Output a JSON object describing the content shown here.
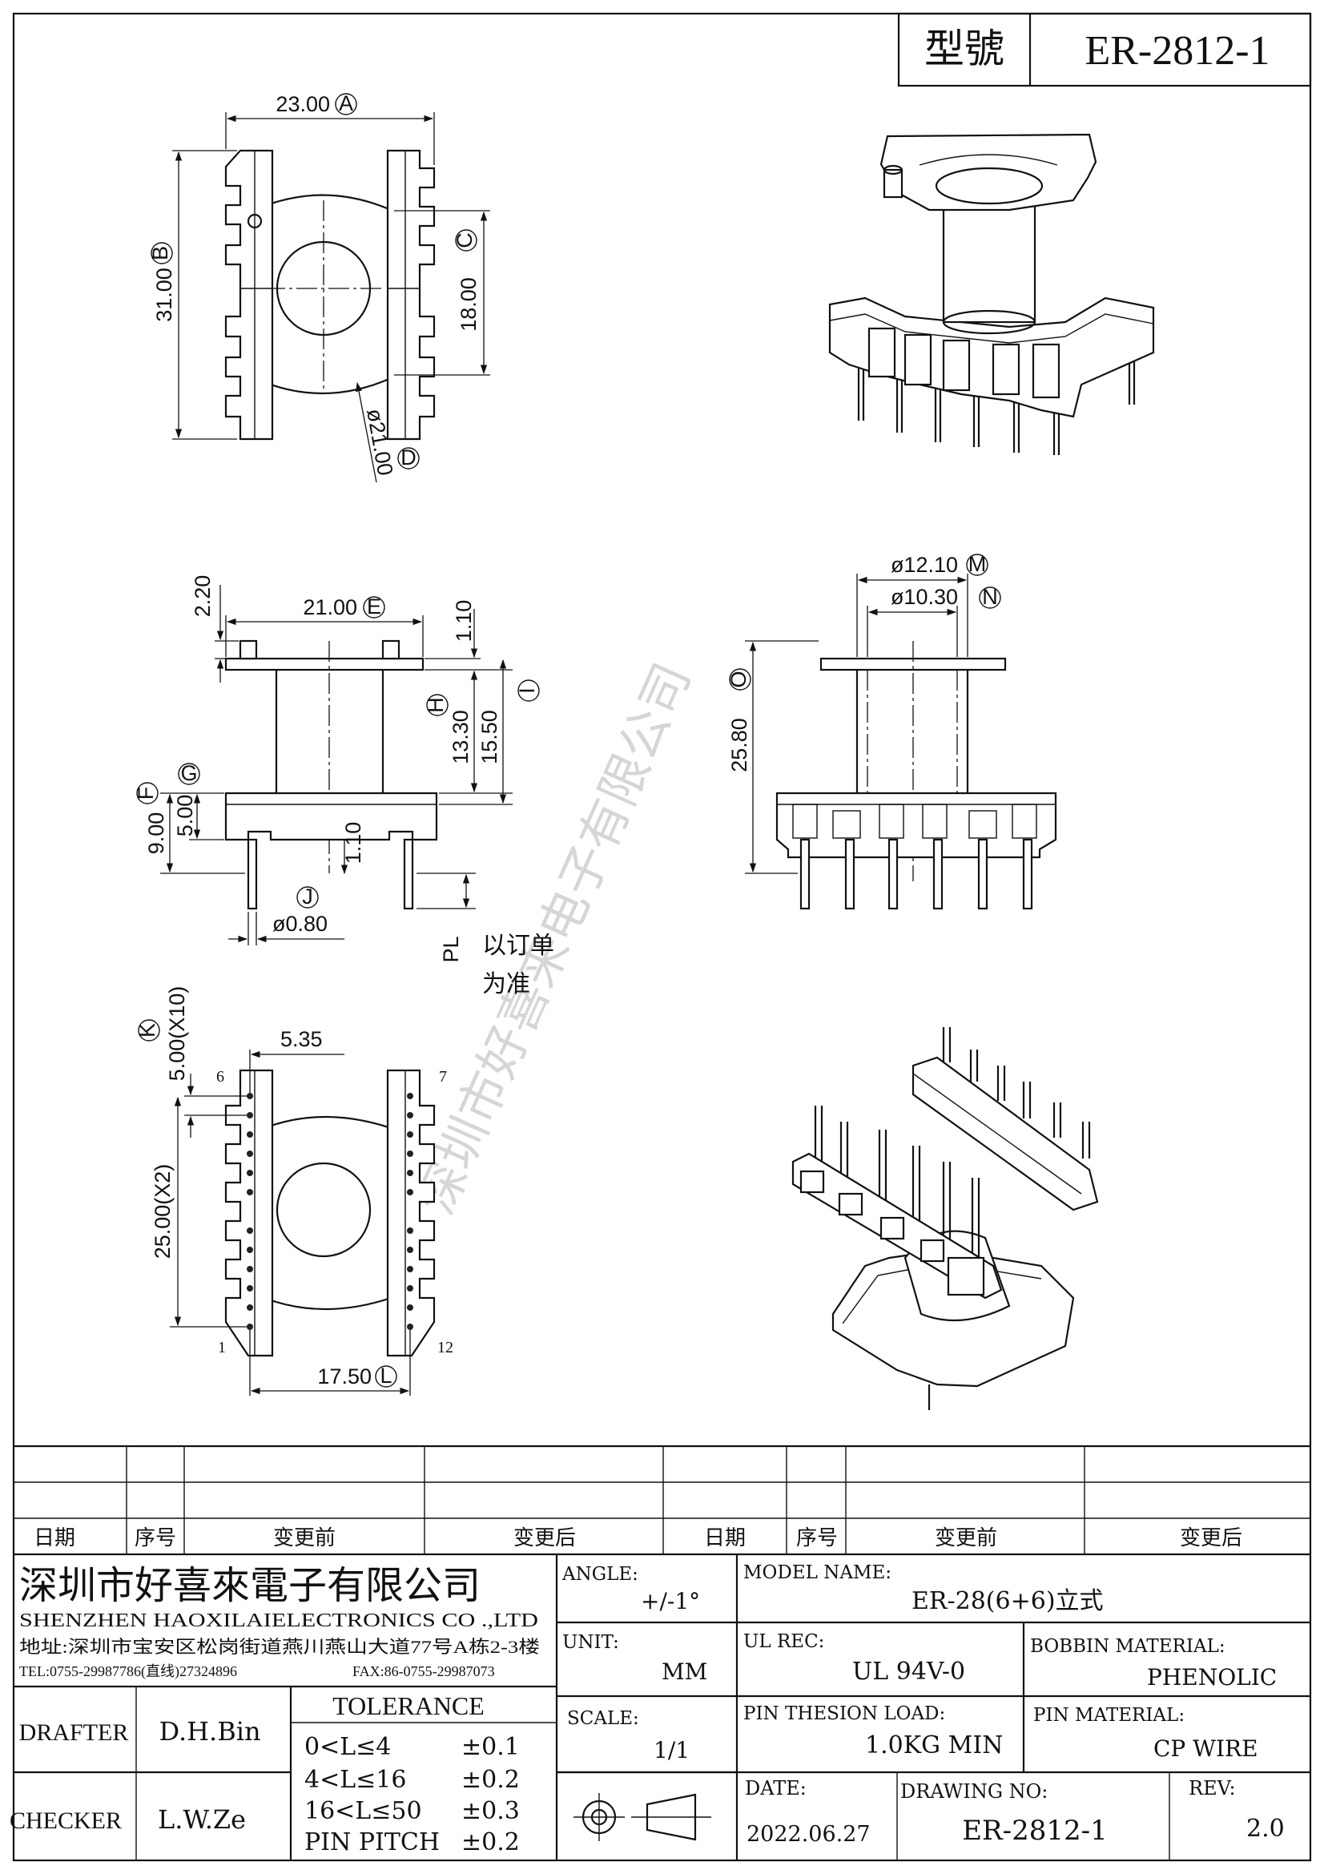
{
  "header": {
    "model_label": "型號",
    "model_value": "ER-2812-1"
  },
  "dimensions": {
    "A": {
      "value": "23.00",
      "mark": "A"
    },
    "B": {
      "value": "31.00",
      "mark": "B"
    },
    "C": {
      "value": "18.00",
      "mark": "C"
    },
    "D": {
      "value": "ø21.00",
      "mark": "D"
    },
    "E": {
      "value": "21.00",
      "mark": "E"
    },
    "F": {
      "value": "9.00",
      "mark": "F"
    },
    "G": {
      "value": "5.00",
      "mark": "G"
    },
    "H": {
      "value": "13.30",
      "mark": "H"
    },
    "I": {
      "value": "15.50",
      "mark": "I"
    },
    "J": {
      "value": "ø0.80",
      "mark": "J"
    },
    "K": {
      "value": "5.00(X10)",
      "mark": "K"
    },
    "L": {
      "value": "17.50",
      "mark": "L"
    },
    "M": {
      "value": "ø12.10",
      "mark": "M"
    },
    "N": {
      "value": "ø10.30",
      "mark": "N"
    },
    "O": {
      "value": "25.80",
      "mark": "O"
    },
    "top_gap": "2.20",
    "flange_top": "1.10",
    "flange_bottom": "1.10",
    "pin_pitch_y": "25.00(X2)",
    "offset": "5.35",
    "pl": "PL",
    "pl_note_1": "以订单",
    "pl_note_2": "为准",
    "pin_first": "1",
    "pin_six": "6",
    "pin_seven": "7",
    "pin_twelve": "12"
  },
  "watermark": "深圳市好喜来电子有限公司",
  "revision_table": {
    "headers": [
      "日期",
      "序号",
      "变更前",
      "变更后",
      "日期",
      "序号",
      "变更前",
      "变更后"
    ]
  },
  "company": {
    "name_cn": "深圳市好喜來電子有限公司",
    "name_en": "SHENZHEN HAOXILAIELECTRONICS CO .,LTD",
    "address": "地址:深圳市宝安区松岗街道燕川燕山大道77号A栋2-3楼",
    "tel": "TEL:0755-29987786(直线)27324896",
    "fax": "FAX:86-0755-29987073"
  },
  "title_block": {
    "angle_label": "ANGLE:",
    "angle_value": "+/-1°",
    "model_name_label": "MODEL NAME:",
    "model_name_value": "ER-28(6+6)立式",
    "unit_label": "UNIT:",
    "unit_value": "MM",
    "ul_rec_label": "UL REC:",
    "ul_rec_value": "UL 94V-0",
    "bobbin_label": "BOBBIN MATERIAL:",
    "bobbin_value": "PHENOLIC",
    "scale_label": "SCALE:",
    "scale_value": "1/1",
    "pin_load_label": "PIN THESION LOAD:",
    "pin_load_value": "1.0KG MIN",
    "pin_material_label": "PIN MATERIAL:",
    "pin_material_value": "CP  WIRE",
    "drafter_label": "DRAFTER",
    "drafter_value": "D.H.Bin",
    "checker_label": "CHECKER",
    "checker_value": "L.W.Ze",
    "tolerance_title": "TOLERANCE",
    "tolerance": [
      {
        "range": "0<L≤4",
        "tol": "±0.1"
      },
      {
        "range": "4<L≤16",
        "tol": "±0.2"
      },
      {
        "range": "16<L≤50",
        "tol": "±0.3"
      },
      {
        "range": "PIN PITCH",
        "tol": "±0.2"
      }
    ],
    "date_label": "DATE:",
    "date_value": "2022.06.27",
    "drawing_no_label": "DRAWING NO:",
    "drawing_no_value": "ER-2812-1",
    "rev_label": "REV:",
    "rev_value": "2.0"
  }
}
